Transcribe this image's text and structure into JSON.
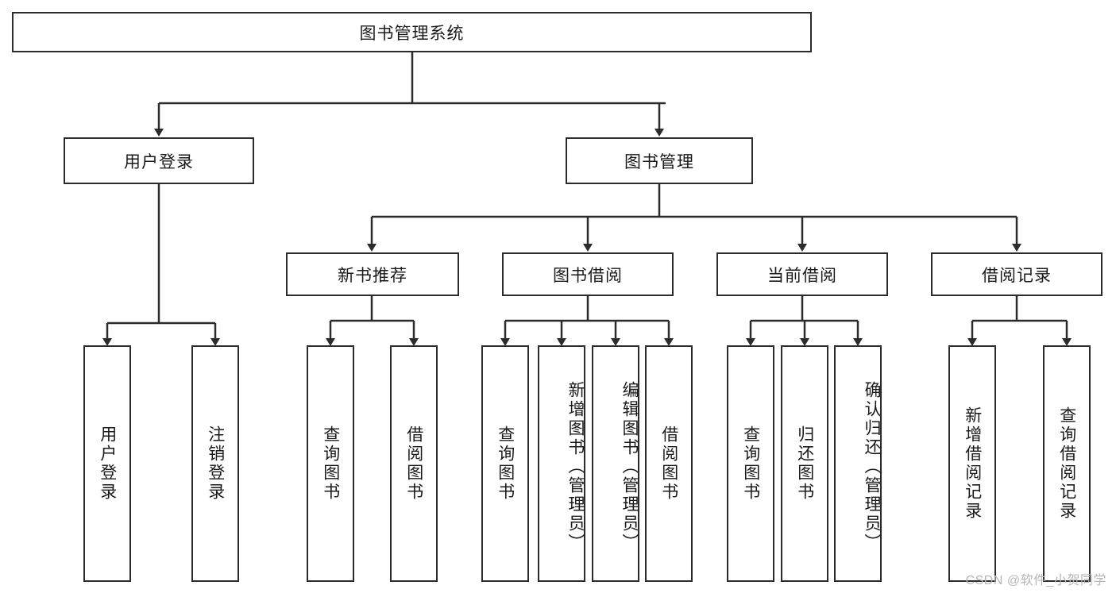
{
  "diagram": {
    "title": "图书管理系统",
    "type": "tree-hierarchy",
    "root": {
      "label": "图书管理系统"
    },
    "level2": [
      {
        "label": "用户登录"
      },
      {
        "label": "图书管理"
      }
    ],
    "level3": [
      {
        "label": "新书推荐"
      },
      {
        "label": "图书借阅"
      },
      {
        "label": "当前借阅"
      },
      {
        "label": "借阅记录"
      }
    ],
    "leaves": {
      "user_login": [
        {
          "label": "用户登录"
        },
        {
          "label": "注销登录"
        }
      ],
      "new_book_recommend": [
        {
          "label": "查询图书"
        },
        {
          "label": "借阅图书"
        }
      ],
      "book_borrow": [
        {
          "label": "查询图书"
        },
        {
          "label": "新增图书（管理员）"
        },
        {
          "label": "编辑图书（管理员）"
        },
        {
          "label": "借阅图书"
        }
      ],
      "current_borrow": [
        {
          "label": "查询图书"
        },
        {
          "label": "归还图书"
        },
        {
          "label": "确认归还（管理员）"
        }
      ],
      "borrow_record": [
        {
          "label": "新增借阅记录"
        },
        {
          "label": "查询借阅记录"
        }
      ]
    }
  },
  "watermark": {
    "text": "CSDN @软件_小贺同学"
  },
  "colors": {
    "stroke": "#2b2b2b",
    "background": "#ffffff",
    "text": "#1a1a1a",
    "watermark": "#b6b6b6"
  }
}
